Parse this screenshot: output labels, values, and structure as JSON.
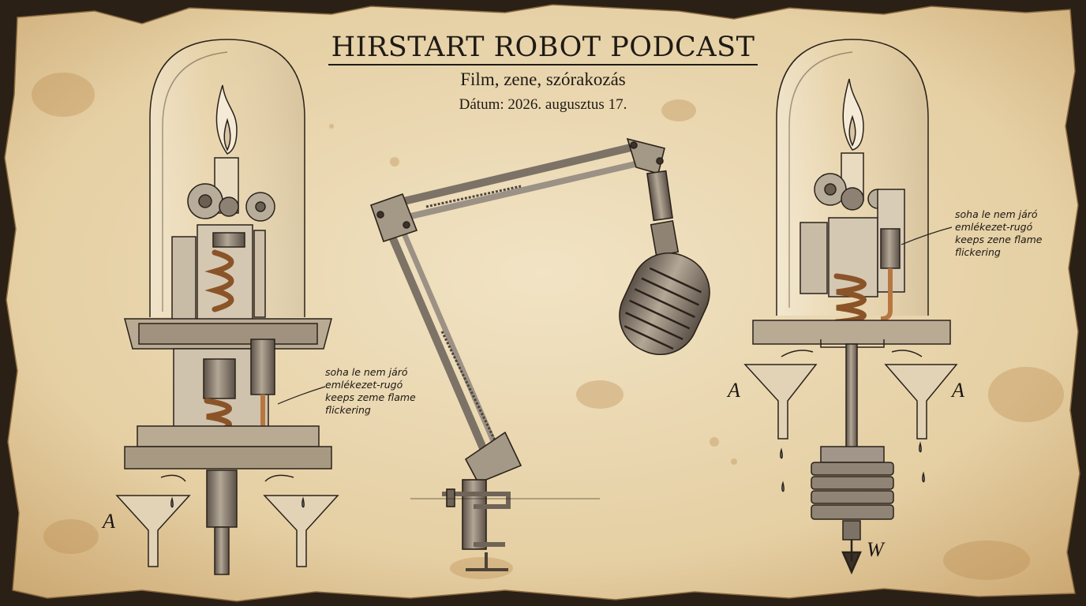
{
  "header": {
    "title": "HIRSTART ROBOT PODCAST",
    "subtitle": "Film, zene, szórakozás",
    "date": "Dátum: 2026. augusztus 17."
  },
  "annotations": {
    "left": [
      "soha le nem járó",
      "emlékezet-rugó",
      "keeps zeme flame",
      "flickering"
    ],
    "right": [
      "soha le nem járó",
      "emlékezet-rugó",
      "keeps zene flame",
      "flickering"
    ]
  },
  "labels": {
    "a_left": "A",
    "a_right_1": "A",
    "a_right_2": "A",
    "weight": "W"
  },
  "colors": {
    "paper": "#ead8b3",
    "ink": "#1f1a14",
    "copper": "#b7773f",
    "stain": "#c89a5c"
  }
}
